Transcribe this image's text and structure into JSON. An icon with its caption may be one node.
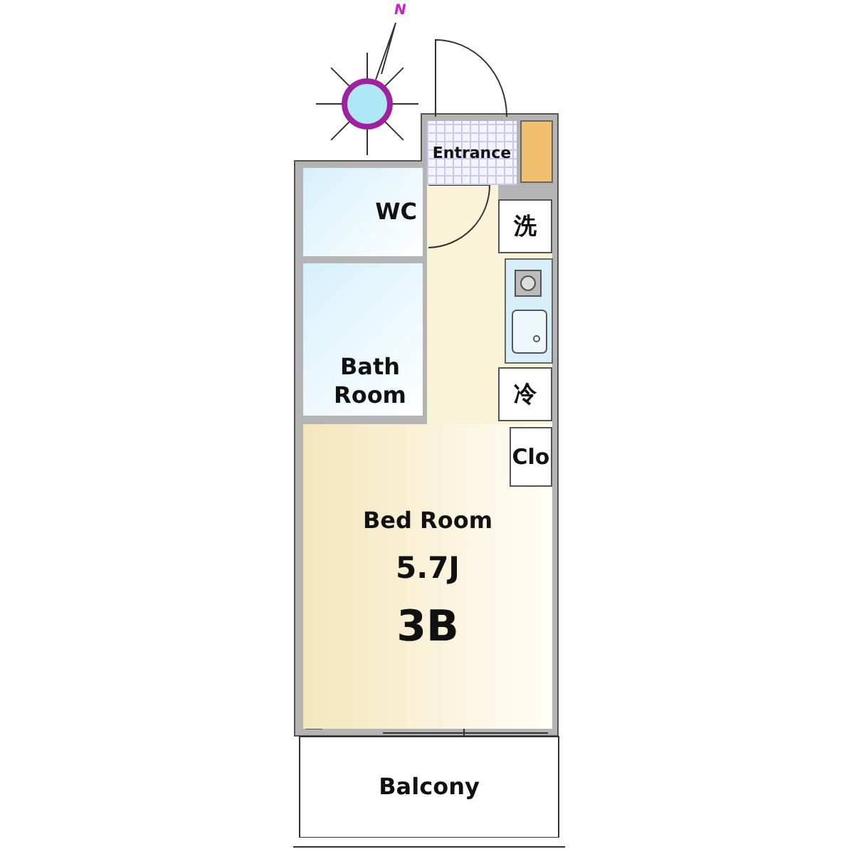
{
  "diagram": {
    "nodes": [
      {
        "text": [
          "Entrance"
        ]
      },
      {
        "text": [
          "WC"
        ]
      },
      {
        "text": [
          "洗"
        ]
      },
      {
        "text": [
          "Bath Room"
        ]
      },
      {
        "text": [
          "冷"
        ]
      },
      {
        "text": [
          "Bed Room",
          "5.7J",
          "3B"
        ]
      },
      {
        "text": [
          "Clo"
        ],
        "in": 5
      },
      {
        "text": [
          "Balcony"
        ]
      }
    ],
    "labels": [
      "N"
    ]
  }
}
